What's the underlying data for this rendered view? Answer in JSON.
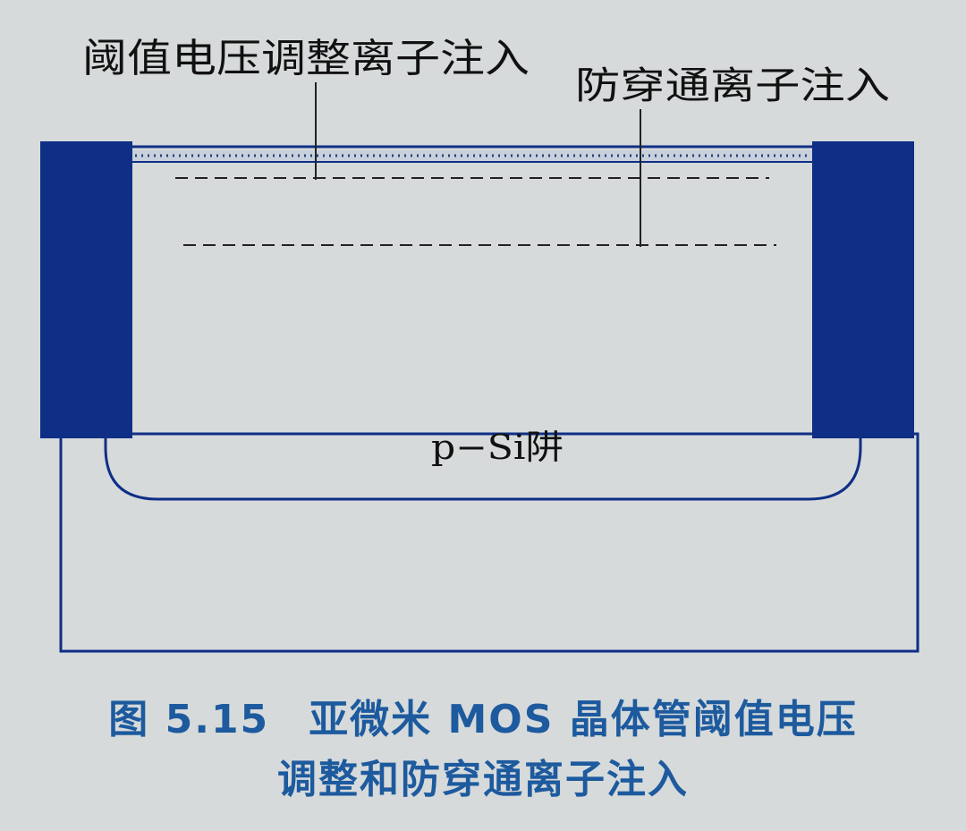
{
  "labels": {
    "threshold_implant": "阈值电压调整离子注入",
    "punchthrough_implant": "防穿通离子注入",
    "well": "p−Si阱"
  },
  "caption": {
    "number": "图 5.15",
    "title_line1": "亚微米 MOS 晶体管阈值电压",
    "title_line2": "调整和防穿通离子注入"
  },
  "colors": {
    "background": "#d6dadb",
    "isolation_fill": "#0f2f86",
    "outline": "#0f2f86",
    "caption": "#1d5a9e",
    "label_text": "#111111"
  }
}
